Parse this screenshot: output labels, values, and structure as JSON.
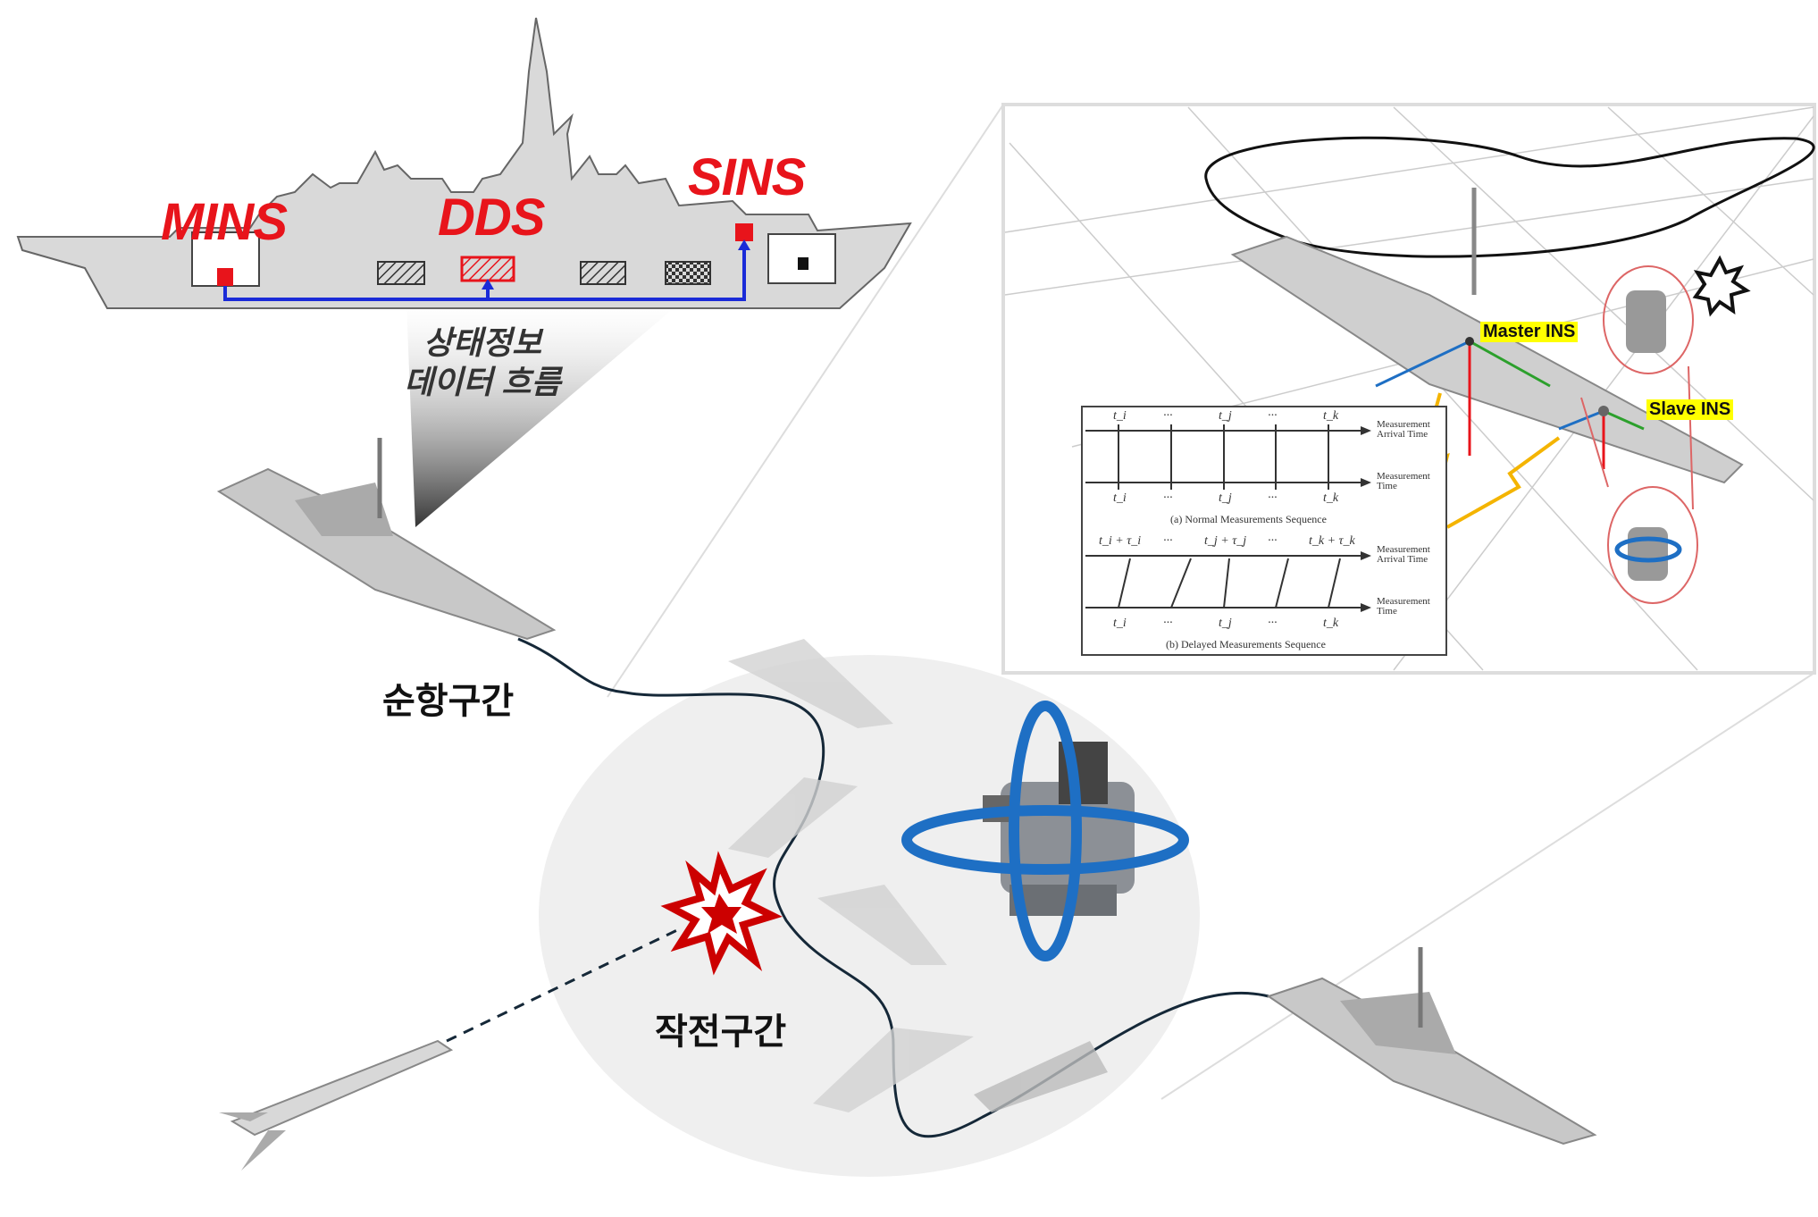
{
  "ship_profile": {
    "labels": {
      "mins": "MINS",
      "dds": "DDS",
      "sins": "SINS"
    },
    "flow_label_line1": "상태정보",
    "flow_label_line2": "데이터 흐름"
  },
  "zones": {
    "cruise": "순항구간",
    "operation": "작전구간"
  },
  "inset": {
    "master_ins": "Master INS",
    "slave_ins": "Slave INS",
    "timing_diagram": {
      "normal": {
        "tick_labels_top": [
          "t_i",
          "···",
          "t_j",
          "···",
          "t_k"
        ],
        "tick_labels_bottom": [
          "t_i",
          "···",
          "t_j",
          "···",
          "t_k"
        ],
        "axis_top": "Measurement Arrival Time",
        "axis_bottom": "Measurement Time",
        "caption": "(a) Normal Measurements Sequence"
      },
      "delayed": {
        "tick_labels_top": [
          "t_i + τ_i",
          "···",
          "t_j + τ_j",
          "···",
          "t_k + τ_k"
        ],
        "tick_labels_bottom": [
          "t_i",
          "···",
          "t_j",
          "···",
          "t_k"
        ],
        "axis_top": "Measurement Arrival Time",
        "axis_bottom": "Measurement Time",
        "caption": "(b) Delayed Measurements Sequence"
      }
    }
  },
  "colors": {
    "label_red": "#e8141b",
    "flow_blue": "#1a2bd8",
    "rotation_blue": "#1e6fc4",
    "highlight": "#ffff00"
  }
}
